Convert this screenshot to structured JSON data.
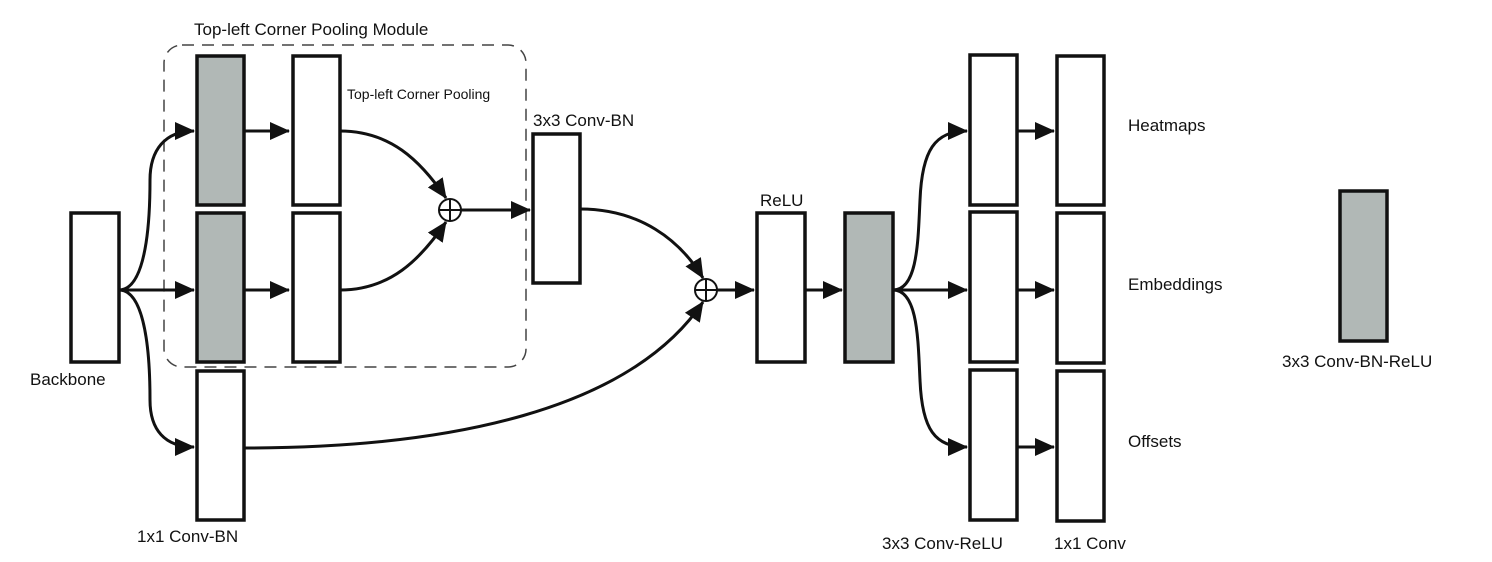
{
  "title": "Top-left Corner Pooling Module",
  "colors": {
    "gray_block": "#b1b8b6",
    "white_block": "#ffffff",
    "stroke": "#111111"
  },
  "labels": {
    "module": "Top-left Corner Pooling Module",
    "corner_pooling": "Top-left Corner Pooling",
    "backbone": "Backbone",
    "conv1x1_bn": "1x1 Conv-BN",
    "conv3x3_bn": "3x3 Conv-BN",
    "relu": "ReLU",
    "heatmaps": "Heatmaps",
    "embeddings": "Embeddings",
    "offsets": "Offsets",
    "conv3x3_relu": "3x3 Conv-ReLU",
    "conv1x1": "1x1 Conv",
    "legend": "3x3 Conv-BN-ReLU"
  },
  "nodes": [
    {
      "id": "backbone",
      "type": "white"
    },
    {
      "id": "pool-branch-1-conv",
      "type": "gray"
    },
    {
      "id": "pool-branch-2-conv",
      "type": "gray"
    },
    {
      "id": "pool-branch-1-pool",
      "type": "white"
    },
    {
      "id": "pool-branch-2-pool",
      "type": "white"
    },
    {
      "id": "skip-conv1x1-bn",
      "type": "white"
    },
    {
      "id": "sum-1",
      "type": "plus"
    },
    {
      "id": "conv3x3-bn",
      "type": "white"
    },
    {
      "id": "sum-2",
      "type": "plus"
    },
    {
      "id": "relu",
      "type": "white"
    },
    {
      "id": "conv3x3-bn-relu",
      "type": "gray"
    },
    {
      "id": "heatmaps-conv3x3-relu",
      "type": "white"
    },
    {
      "id": "heatmaps-conv1x1",
      "type": "white"
    },
    {
      "id": "embeddings-conv3x3-relu",
      "type": "white"
    },
    {
      "id": "embeddings-conv1x1",
      "type": "white"
    },
    {
      "id": "offsets-conv3x3-relu",
      "type": "white"
    },
    {
      "id": "offsets-conv1x1",
      "type": "white"
    },
    {
      "id": "legend-block",
      "type": "gray"
    }
  ]
}
